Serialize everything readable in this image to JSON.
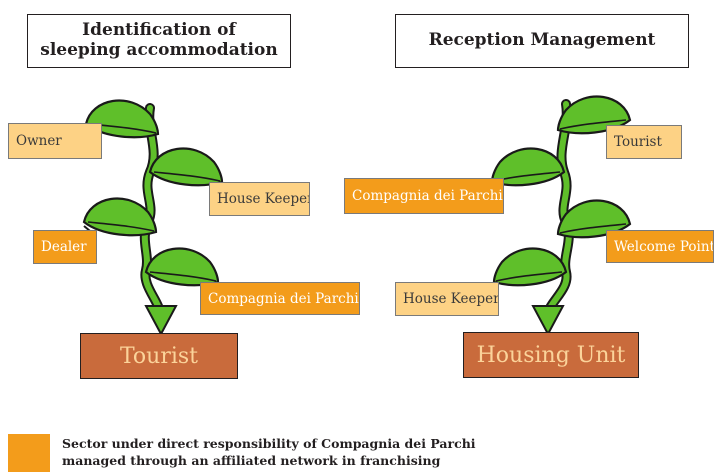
{
  "headers": {
    "left": "Identification of\nsleeping accommodation",
    "right": "Reception Management"
  },
  "left_chain": {
    "labels": [
      "Owner",
      "House Keeper",
      "Dealer",
      "Compagnia dei Parchi"
    ],
    "target": "Tourist"
  },
  "right_chain": {
    "labels": [
      "Tourist",
      "Compagnia dei Parchi",
      "Welcome Point",
      "House Keeper"
    ],
    "target": "Housing Unit"
  },
  "legend": {
    "line1": "Sector under direct responsibility of Compagnia dei Parchi",
    "line2": "managed through an affiliated network in franchising"
  },
  "colors": {
    "leaf": "#5fbf2a",
    "leaf_dark": "#1a1a1a",
    "direct_sector": "#f39c1b",
    "other_sector": "#fdd285",
    "target": "#c96b3c",
    "target_text": "#fbd39a"
  }
}
